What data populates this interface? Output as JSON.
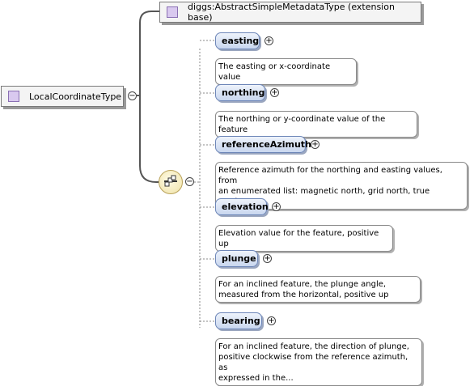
{
  "root": {
    "name": "LocalCoordinateType"
  },
  "base": {
    "label": "diggs:AbstractSimpleMetadataType (extension base)"
  },
  "elements": [
    {
      "name": "easting",
      "doc": "The easting or x-coordinate value"
    },
    {
      "name": "northing",
      "doc": "The northing or y-coordinate value of the feature"
    },
    {
      "name": "referenceAzimuth",
      "doc": "Reference azimuth for the northing and easting values, from\nan enumerated list: magnetic north, grid north, true north,..."
    },
    {
      "name": "elevation",
      "doc": "Elevation value for the feature, positive up"
    },
    {
      "name": "plunge",
      "doc": "For an inclined feature, the plunge angle,\nmeasured from the horizontal, positive up"
    },
    {
      "name": "bearing",
      "doc": "For an inclined feature, the direction of plunge,\npositive clockwise from the reference azimuth, as\nexpressed in the..."
    }
  ],
  "icons": {
    "expand": "+",
    "collapse": "−",
    "type": "complex-type-icon",
    "sequence": "sequence-compositor-icon"
  },
  "colors": {
    "type_fill": "#d9c9ef",
    "element_fill": "#c9d7ef",
    "compositor_fill": "#efe2a6"
  }
}
